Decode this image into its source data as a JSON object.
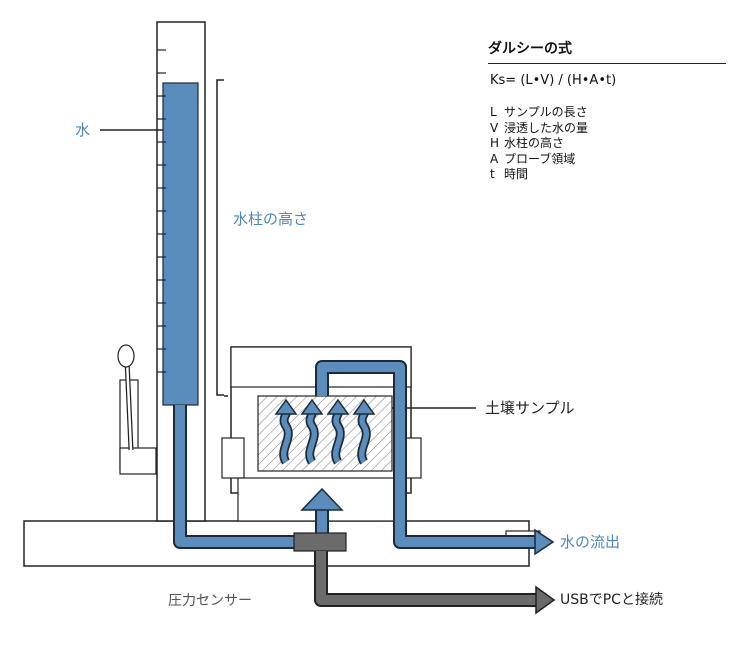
{
  "formula": {
    "title": "ダルシーの式",
    "equation": "Ks= (L•V) / (H•A•t)",
    "legend": [
      {
        "symbol": "L",
        "text": "サンプルの長さ"
      },
      {
        "symbol": "V",
        "text": "浸透した水の量"
      },
      {
        "symbol": "H",
        "text": "水柱の高さ"
      },
      {
        "symbol": "A",
        "text": "プローブ領域"
      },
      {
        "symbol": "t",
        "text": "時間"
      }
    ]
  },
  "labels": {
    "water": "水",
    "water_column_height": "水柱の高さ",
    "soil_sample": "土壌サンプル",
    "water_outflow": "水の流出",
    "pressure_sensor": "圧力センサー",
    "usb_to_pc": "USBでPCと接続"
  },
  "colors": {
    "water": "#4f86b8",
    "flow_outline": "#1e2a3a",
    "usb_arrow": "#6b6b6b",
    "apparatus_line": "#222222"
  }
}
